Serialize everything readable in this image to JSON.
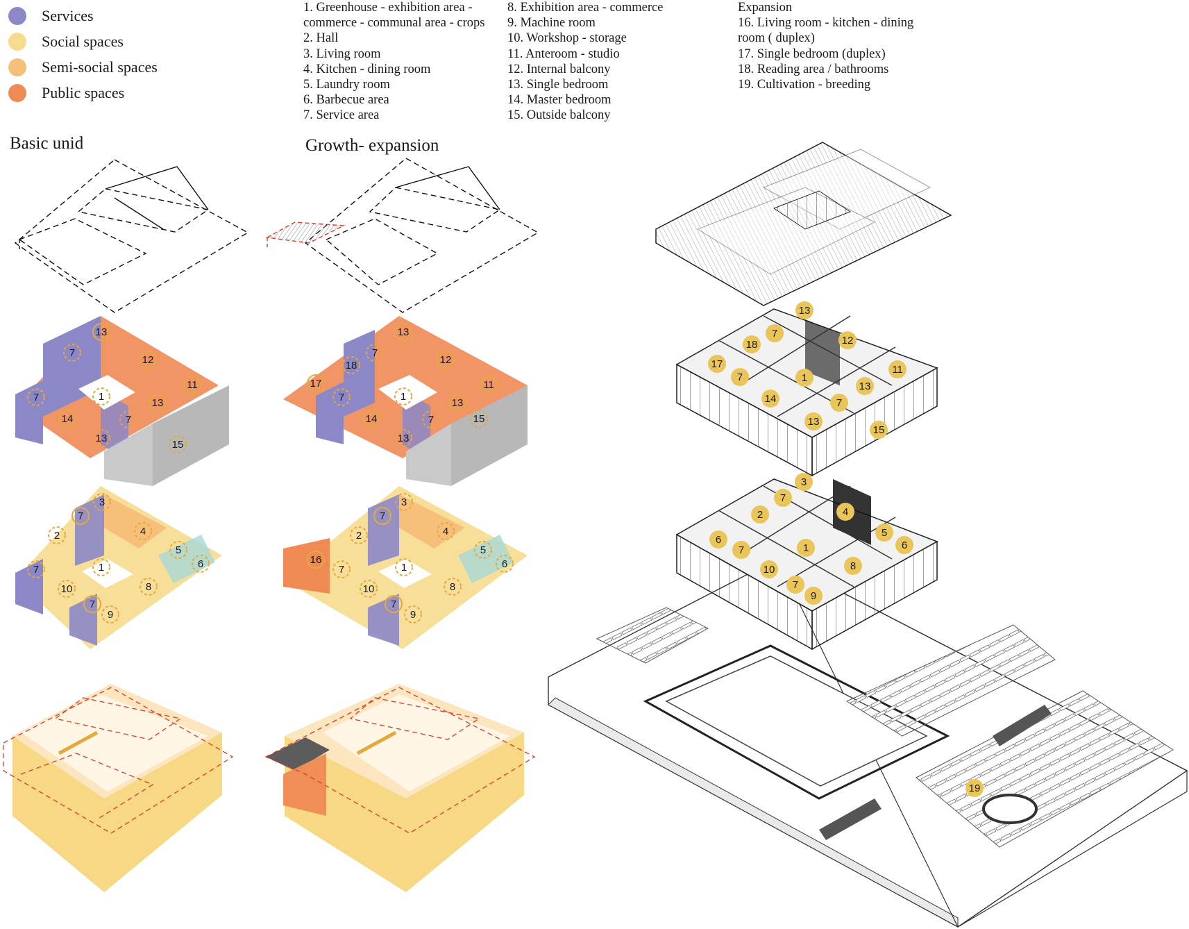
{
  "legend": [
    {
      "label": "Services",
      "color": "#8c88c8"
    },
    {
      "label": "Social spaces",
      "color": "#f6dc8e"
    },
    {
      "label": "Semi-social spaces",
      "color": "#f7c07a"
    },
    {
      "label": "Public spaces",
      "color": "#ef8a55"
    }
  ],
  "key": {
    "col1": [
      "1.  Greenhouse  -  exhibition  area  -",
      "commerce - communal area - crops",
      "2. Hall",
      "3. Living room",
      "4. Kitchen - dining room",
      "5. Laundry room",
      "6. Barbecue area",
      "7. Service area"
    ],
    "col2": [
      "8. Exhibition area - commerce",
      "9. Machine room",
      "10. Workshop - storage",
      "11. Anteroom - studio",
      "12. Internal balcony",
      "13. Single bedroom",
      "14. Master bedroom",
      "15. Outside balcony"
    ],
    "col3": [
      "Expansion",
      "16.  Living  room  -  kitchen  -  dining",
      "room ( duplex)",
      "17. Single bedroom (duplex)",
      "18. Reading area / bathrooms",
      "",
      "19. Cultivation - breeding"
    ]
  },
  "titles": {
    "basic": "Basic unid",
    "growth": "Growth- expansion"
  },
  "upper_basic": [
    {
      "n": "13",
      "dashed": false
    },
    {
      "n": "7",
      "dashed": true
    },
    {
      "n": "12",
      "dashed": false
    },
    {
      "n": "11",
      "dashed": false
    },
    {
      "n": "7",
      "dashed": true
    },
    {
      "n": "1",
      "dashed": true
    },
    {
      "n": "13",
      "dashed": false
    },
    {
      "n": "14",
      "dashed": false
    },
    {
      "n": "7",
      "dashed": true
    },
    {
      "n": "13",
      "dashed": true
    },
    {
      "n": "15",
      "dashed": true
    }
  ],
  "upper_growth": [
    {
      "n": "13",
      "dashed": false
    },
    {
      "n": "7",
      "dashed": true
    },
    {
      "n": "18",
      "dashed": true
    },
    {
      "n": "12",
      "dashed": false
    },
    {
      "n": "17",
      "dashed": false
    },
    {
      "n": "11",
      "dashed": false
    },
    {
      "n": "7",
      "dashed": true
    },
    {
      "n": "1",
      "dashed": true
    },
    {
      "n": "13",
      "dashed": false
    },
    {
      "n": "14",
      "dashed": false
    },
    {
      "n": "15",
      "dashed": true
    },
    {
      "n": "7",
      "dashed": true
    },
    {
      "n": "13",
      "dashed": true
    }
  ],
  "lower_basic": [
    {
      "n": "3",
      "dashed": true
    },
    {
      "n": "7",
      "dashed": false
    },
    {
      "n": "2",
      "dashed": true
    },
    {
      "n": "4",
      "dashed": true
    },
    {
      "n": "5",
      "dashed": true
    },
    {
      "n": "6",
      "dashed": true
    },
    {
      "n": "7",
      "dashed": true
    },
    {
      "n": "1",
      "dashed": true
    },
    {
      "n": "10",
      "dashed": true
    },
    {
      "n": "8",
      "dashed": true
    },
    {
      "n": "7",
      "dashed": false
    },
    {
      "n": "9",
      "dashed": true
    }
  ],
  "lower_growth": [
    {
      "n": "3",
      "dashed": true
    },
    {
      "n": "7",
      "dashed": false
    },
    {
      "n": "2",
      "dashed": true
    },
    {
      "n": "4",
      "dashed": true
    },
    {
      "n": "5",
      "dashed": true
    },
    {
      "n": "6",
      "dashed": true
    },
    {
      "n": "16",
      "dashed": false
    },
    {
      "n": "7",
      "dashed": true
    },
    {
      "n": "1",
      "dashed": true
    },
    {
      "n": "10",
      "dashed": true
    },
    {
      "n": "8",
      "dashed": true
    },
    {
      "n": "7",
      "dashed": false
    },
    {
      "n": "9",
      "dashed": true
    }
  ],
  "axo_upper_badges": [
    "13",
    "7",
    "12",
    "18",
    "17",
    "7",
    "1",
    "11",
    "14",
    "13",
    "7",
    "13",
    "15"
  ],
  "axo_lower_badges": [
    "3",
    "7",
    "4",
    "2",
    "6",
    "5",
    "6",
    "7",
    "1",
    "10",
    "8",
    "7",
    "9"
  ],
  "axo_site_badges": [
    "19"
  ]
}
